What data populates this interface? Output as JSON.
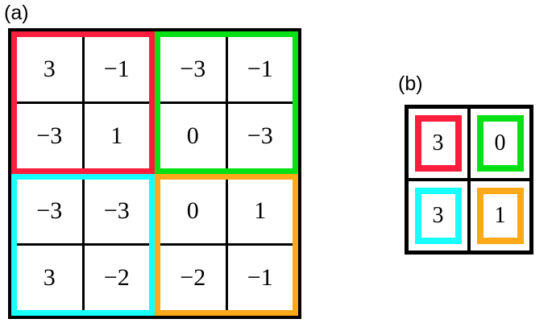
{
  "figure": {
    "panels": [
      {
        "label": "(a)",
        "type": "4x4-grid-of-2x2-colored-blocks",
        "blocks": [
          {
            "name": "top-left-block",
            "color_name": "red",
            "color": "#fa1e3c",
            "values": [
              "3",
              "−1",
              "−3",
              "1"
            ]
          },
          {
            "name": "top-right-block",
            "color_name": "green",
            "color": "#08e016",
            "values": [
              "−3",
              "−1",
              "0",
              "−3"
            ]
          },
          {
            "name": "bottom-left-block",
            "color_name": "cyan",
            "color": "#18ffff",
            "values": [
              "−3",
              "−3",
              "3",
              "−2"
            ]
          },
          {
            "name": "bottom-right-block",
            "color_name": "orange",
            "color": "#ffa819",
            "values": [
              "0",
              "1",
              "−2",
              "−1"
            ]
          }
        ]
      },
      {
        "label": "(b)",
        "type": "2x2-grid-of-colored-cells",
        "cells": [
          {
            "name": "top-left-cell",
            "color_name": "red",
            "color": "#fa1e3c",
            "value": "3"
          },
          {
            "name": "top-right-cell",
            "color_name": "green",
            "color": "#08e016",
            "value": "0"
          },
          {
            "name": "bottom-left-cell",
            "color_name": "cyan",
            "color": "#18ffff",
            "value": "3"
          },
          {
            "name": "bottom-right-cell",
            "color_name": "orange",
            "color": "#ffa819",
            "value": "1"
          }
        ]
      }
    ],
    "colors": {
      "grid_line": "#000000",
      "background": "#ffffff",
      "text": "#000000"
    }
  },
  "chart_data": {
    "type": "table",
    "title": "",
    "panel_a": {
      "label": "(a)",
      "description": "4x4 matrix partitioned into four 2x2 blocks outlined in red, green, cyan and orange",
      "matrix": [
        [
          "3",
          "−1",
          "−3",
          "−1"
        ],
        [
          "−3",
          "1",
          "0",
          "−3"
        ],
        [
          "−3",
          "−3",
          "0",
          "1"
        ],
        [
          "3",
          "−2",
          "−2",
          "−1"
        ]
      ],
      "blocks": {
        "red": [
          [
            "3",
            "−1"
          ],
          [
            "−3",
            "1"
          ]
        ],
        "green": [
          [
            "−3",
            "−1"
          ],
          [
            "0",
            "−3"
          ]
        ],
        "cyan": [
          [
            "−3",
            "−3"
          ],
          [
            "3",
            "−2"
          ]
        ],
        "orange": [
          [
            "0",
            "1"
          ],
          [
            "−2",
            "−1"
          ]
        ]
      }
    },
    "panel_b": {
      "label": "(b)",
      "description": "2x2 matrix of block-summary values, each cell color-matched to a block in panel (a)",
      "matrix": [
        [
          "3",
          "0"
        ],
        [
          "3",
          "1"
        ]
      ],
      "cells": {
        "red": "3",
        "green": "0",
        "cyan": "3",
        "orange": "1"
      }
    }
  }
}
